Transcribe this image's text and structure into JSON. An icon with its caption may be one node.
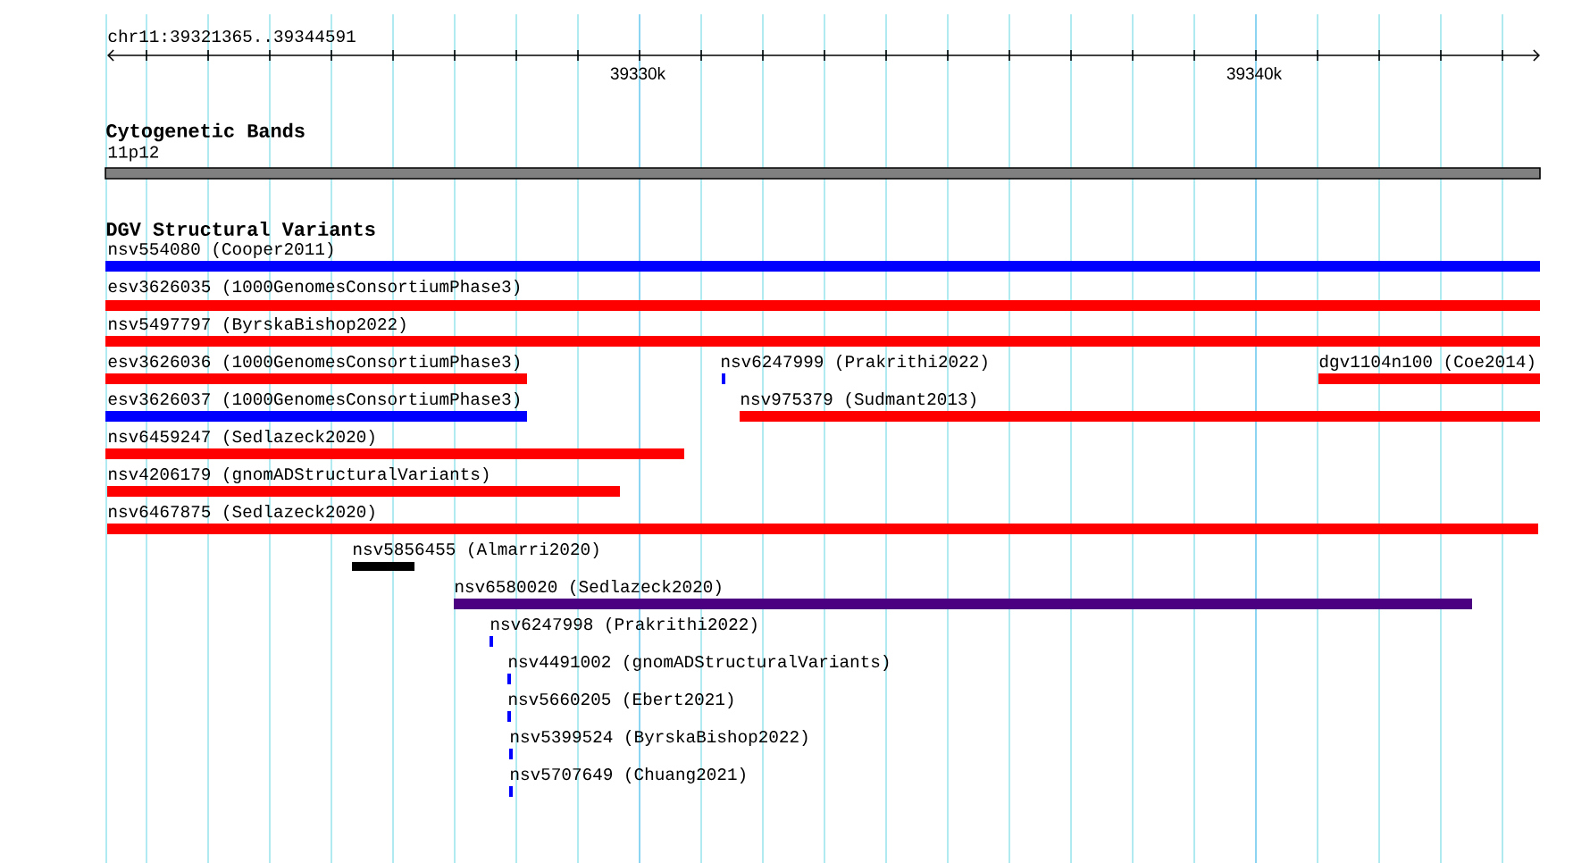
{
  "diagram": {
    "labels": [
      "chr11:39321365..39344591",
      "39330k",
      "39340k",
      "Cytogenetic Bands",
      "11p12",
      "DGV Structural Variants",
      "nsv554080 (Cooper2011)",
      "esv3626035 (1000GenomesConsortiumPhase3)",
      "nsv5497797 (ByrskaBishop2022)",
      "esv3626036 (1000GenomesConsortiumPhase3)",
      "nsv6247999 (Prakrithi2022)",
      "dgv1104n100 (Coe2014)",
      "esv3626037 (1000GenomesConsortiumPhase3)",
      "nsv975379 (Sudmant2013)",
      "nsv6459247 (Sedlazeck2020)",
      "nsv4206179 (gnomADStructuralVariants)",
      "nsv6467875 (Sedlazeck2020)",
      "nsv5856455 (Almarri2020)",
      "nsv6580020 (Sedlazeck2020)",
      "nsv6247998 (Prakrithi2022)",
      "nsv4491002 (gnomADStructuralVariants)",
      "nsv5660205 (Ebert2021)",
      "nsv5399524 (ByrskaBishop2022)",
      "nsv5707649 (Chuang2021)"
    ]
  }
}
